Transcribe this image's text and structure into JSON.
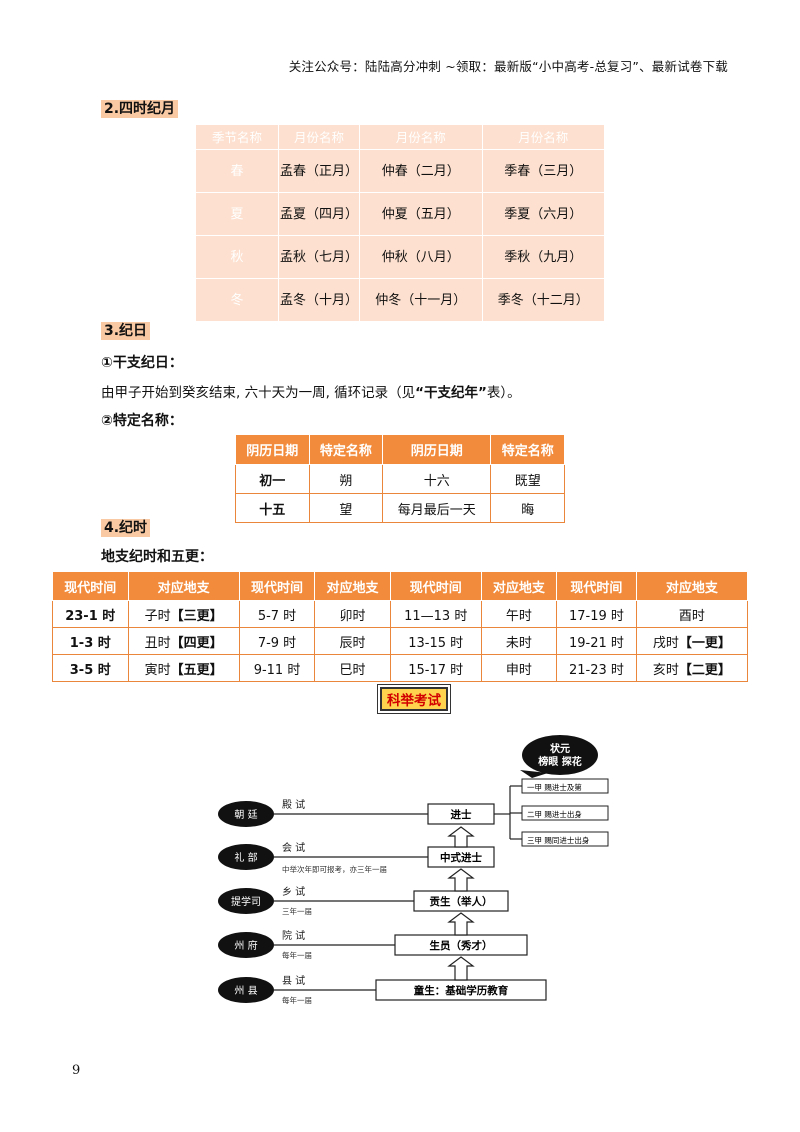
{
  "header": "关注公众号：陆陆高分冲刺  ~领取：最新版“小中高考-总复习”、最新试卷下载",
  "sec2_title": "2.四时纪月",
  "season_table": {
    "headers": [
      "季节名称",
      "月份名称",
      "月份名称",
      "月份名称"
    ],
    "rows": [
      [
        "春",
        "孟春（正月）",
        "仲春（二月）",
        "季春（三月）"
      ],
      [
        "夏",
        "孟夏（四月）",
        "仲夏（五月）",
        "季夏（六月）"
      ],
      [
        "秋",
        "孟秋（七月）",
        "仲秋（八月）",
        "季秋（九月）"
      ],
      [
        "冬",
        "孟冬（十月）",
        "仲冬（十一月）",
        "季冬（十二月）"
      ]
    ]
  },
  "sec3_title": "3.纪日",
  "ganzhi_title": "①干支纪日：",
  "ganzhi_text_a": "由甲子开始到癸亥结束, 六十天为一周, 循环记录（见",
  "ganzhi_text_b": "“干支纪年”",
  "ganzhi_text_c": "表）。",
  "special_title": "②特定名称：",
  "special_table": {
    "headers": [
      "阴历日期",
      "特定名称",
      "阴历日期",
      "特定名称"
    ],
    "rows": [
      [
        "初一",
        "朔",
        "十六",
        "既望"
      ],
      [
        "十五",
        "望",
        "每月最后一天",
        "晦"
      ]
    ]
  },
  "sec4_title": "4.纪时",
  "branch_title": "地支纪时和五更：",
  "branch_table": {
    "headers": [
      "现代时间",
      "对应地支",
      "现代时间",
      "对应地支",
      "现代时间",
      "对应地支",
      "现代时间",
      "对应地支"
    ],
    "rows": [
      [
        "23-1 时",
        "子时",
        "【三更】",
        "5-7 时",
        "卯时",
        "11—13 时",
        "午时",
        "17-19 时",
        "酉时",
        ""
      ],
      [
        "1-3 时",
        "丑时",
        "【四更】",
        "7-9 时",
        "辰时",
        "13-15 时",
        "未时",
        "19-21 时",
        "戌时",
        "【一更】"
      ],
      [
        "3-5 时",
        "寅时",
        "【五更】",
        "9-11 时",
        "巳时",
        "15-17 时",
        "申时",
        "21-23 时",
        "亥时",
        "【二更】"
      ]
    ]
  },
  "keju_title": "科举考试",
  "diagram": {
    "officials": [
      "朝 廷",
      "礼 部",
      "提学司",
      "州 府",
      "州 县"
    ],
    "exams": [
      "殿 试",
      "会 试",
      "乡 试",
      "院 试",
      "县 试"
    ],
    "notes": [
      "中举次年即可报考，亦三年一届",
      "三年一届",
      "每年一届",
      "每年一届"
    ],
    "ranks": [
      "进士",
      "中式进士",
      "贡生（举人）",
      "生员（秀才）",
      "童生：基础学历教育"
    ],
    "top": [
      "状元",
      "榜眼  探花"
    ],
    "tiers": [
      "一甲  赐进士及第",
      "二甲  赐进士出身",
      "三甲  赐同进士出身"
    ]
  },
  "page_number": "9"
}
